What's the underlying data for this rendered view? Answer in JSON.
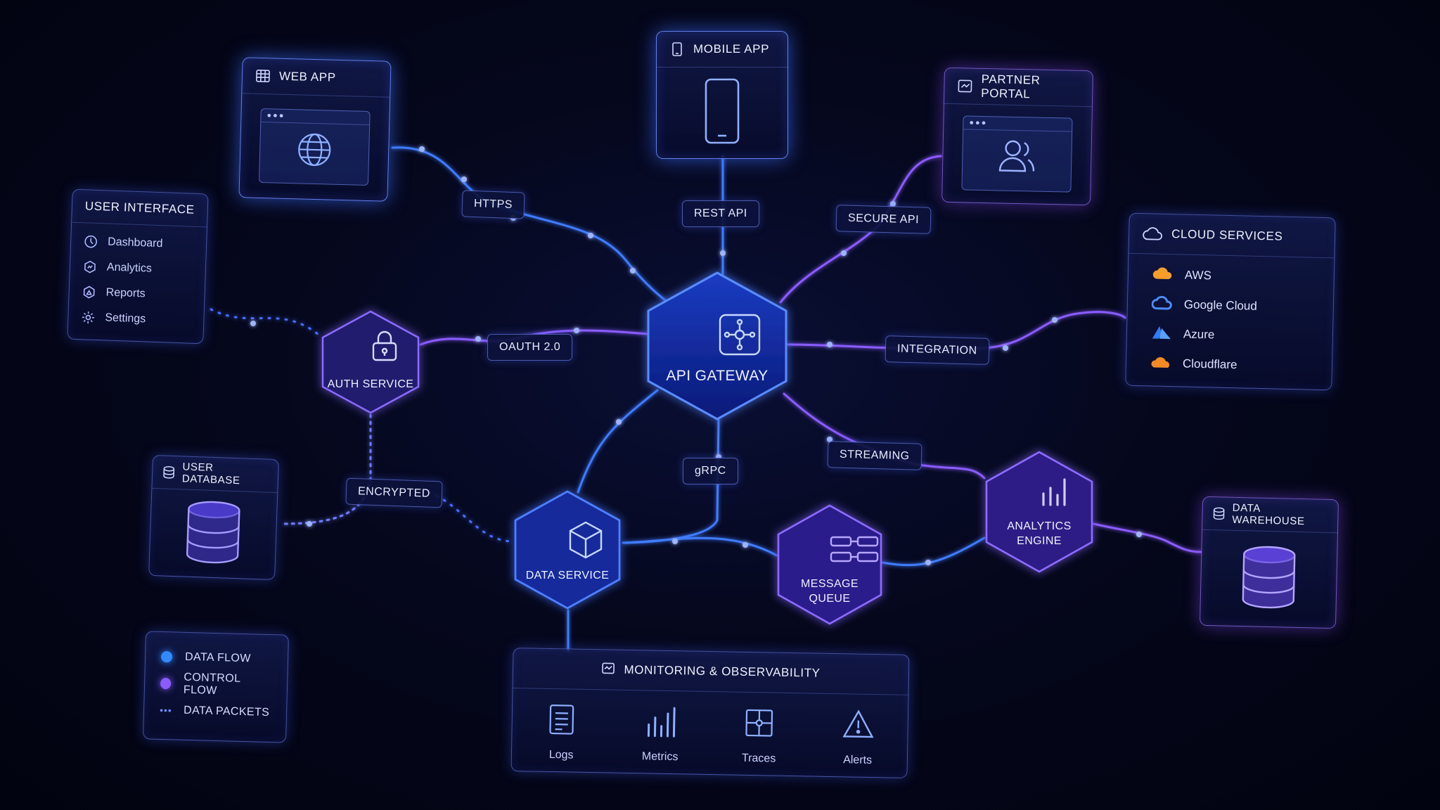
{
  "clients": {
    "web_app": {
      "title": "WEB APP",
      "icon": "globe-icon"
    },
    "mobile_app": {
      "title": "MOBILE APP",
      "icon": "smartphone-icon"
    },
    "partner_portal": {
      "title": "PARTNER PORTAL",
      "icon": "users-icon"
    }
  },
  "user_interface": {
    "title": "USER INTERFACE",
    "items": [
      {
        "label": "Dashboard",
        "icon": "dashboard-icon"
      },
      {
        "label": "Analytics",
        "icon": "analytics-icon"
      },
      {
        "label": "Reports",
        "icon": "reports-icon"
      },
      {
        "label": "Settings",
        "icon": "gear-icon"
      }
    ]
  },
  "cloud_services": {
    "title": "CLOUD SERVICES",
    "items": [
      {
        "label": "AWS",
        "color": "#f59e2a"
      },
      {
        "label": "Google Cloud",
        "color": "#4a8cff"
      },
      {
        "label": "Azure",
        "color": "#2f7df6"
      },
      {
        "label": "Cloudflare",
        "color": "#f28a24"
      }
    ]
  },
  "connections": {
    "https": "HTTPS",
    "rest_api": "REST API",
    "secure_api": "SECURE API",
    "oauth": "OAUTH 2.0",
    "integration": "INTEGRATION",
    "encrypted": "ENCRYPTED",
    "grpc": "gRPC",
    "streaming": "STREAMING"
  },
  "nodes": {
    "api_gateway": "API GATEWAY",
    "auth_service": "AUTH SERVICE",
    "data_service": "DATA SERVICE",
    "message_queue_1": "MESSAGE",
    "message_queue_2": "QUEUE",
    "analytics_engine_1": "ANALYTICS",
    "analytics_engine_2": "ENGINE"
  },
  "stores": {
    "user_database": "USER DATABASE",
    "data_warehouse": "DATA WAREHOUSE"
  },
  "monitoring": {
    "title": "MONITORING & OBSERVABILITY",
    "items": [
      {
        "label": "Logs",
        "icon": "logs-icon"
      },
      {
        "label": "Metrics",
        "icon": "metrics-icon"
      },
      {
        "label": "Traces",
        "icon": "traces-icon"
      },
      {
        "label": "Alerts",
        "icon": "alert-icon"
      }
    ]
  },
  "legend": {
    "items": [
      {
        "label": "DATA FLOW",
        "color": "#2f8bff"
      },
      {
        "label": "CONTROL FLOW",
        "color": "#8a5cff"
      },
      {
        "label": "DATA PACKETS",
        "color": "#6f8dff"
      }
    ]
  },
  "colors": {
    "blue": "#3d7bff",
    "violet": "#8b5cff",
    "background": "#040615"
  }
}
